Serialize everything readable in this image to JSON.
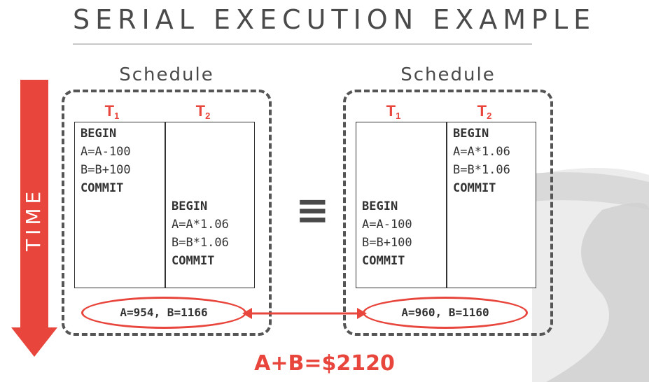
{
  "title": "SERIAL EXECUTION EXAMPLE",
  "time_label": "TIME",
  "equivalence_symbol": "≡",
  "txn": {
    "t1_base": "T",
    "t1_sub": "1",
    "t2_base": "T",
    "t2_sub": "2"
  },
  "schedules": [
    {
      "label": "Schedule",
      "t1_ops": [
        "BEGIN",
        "A=A-100",
        "B=B+100",
        "COMMIT"
      ],
      "t2_ops": [
        "BEGIN",
        "A=A*1.06",
        "B=B*1.06",
        "COMMIT"
      ],
      "result": "A=954, B=1166"
    },
    {
      "label": "Schedule",
      "t1_ops": [
        "BEGIN",
        "A=A-100",
        "B=B+100",
        "COMMIT"
      ],
      "t2_ops": [
        "BEGIN",
        "A=A*1.06",
        "B=B*1.06",
        "COMMIT"
      ],
      "result": "A=960, B=1160"
    }
  ],
  "sum": "A+B=$2120",
  "colors": {
    "accent": "#e8453c",
    "text": "#4a4a4a",
    "logo": "#e6e6e6"
  }
}
